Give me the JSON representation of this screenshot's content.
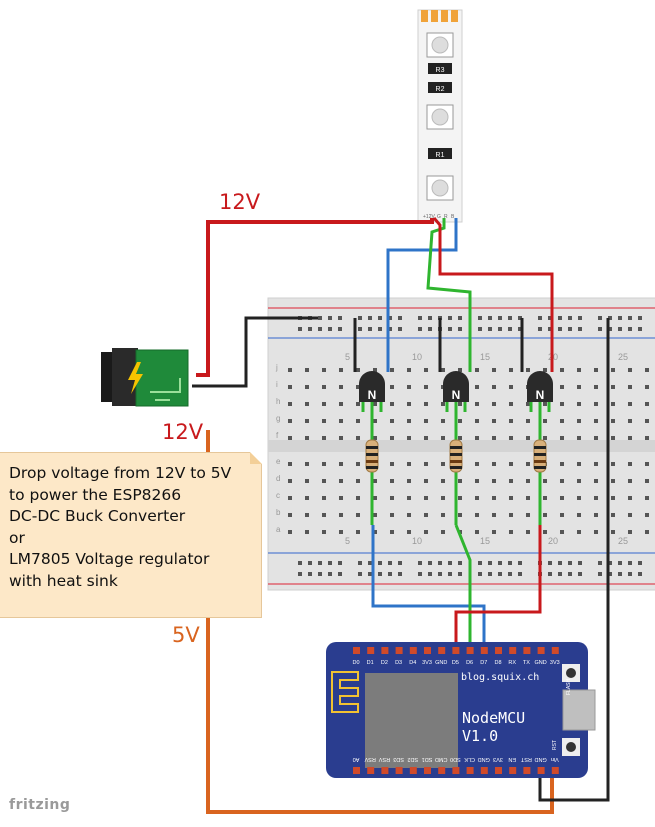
{
  "labels": {
    "v12_top": "12V",
    "v12_side": "12V",
    "v5": "5V"
  },
  "note": {
    "lines": [
      "Drop voltage from 12V to 5V",
      "to power the ESP8266",
      "DC-DC Buck Converter",
      "or",
      "LM7805 Voltage regulator",
      "with heat sink"
    ]
  },
  "board": {
    "site": "blog.squix.ch",
    "name": "NodeMCU",
    "version": "V1.0",
    "flash": "FLASH",
    "rst": "RST",
    "top_pins": [
      "D0",
      "D1",
      "D2",
      "D3",
      "D4",
      "3V3",
      "GND",
      "D5",
      "D6",
      "D7",
      "D8",
      "RX",
      "TX",
      "GND",
      "3V3"
    ],
    "bottom_pins": [
      "A0",
      "RSV",
      "RSV",
      "SD3",
      "SD2",
      "SD1",
      "CMD",
      "SD0",
      "CLK",
      "GND",
      "3V3",
      "EN",
      "RST",
      "GND",
      "Vin"
    ]
  },
  "breadboard": {
    "column_numbers": [
      "5",
      "10",
      "15",
      "20",
      "25"
    ],
    "row_letters_top": [
      "j",
      "i",
      "h",
      "g",
      "f"
    ],
    "row_letters_bottom": [
      "e",
      "d",
      "c",
      "b",
      "a"
    ]
  },
  "transistor_label": "N",
  "strip_resistor_labels": [
    "R3",
    "R2",
    "R1"
  ],
  "strip_pads": [
    "+12V",
    "G",
    "R",
    "B"
  ],
  "footer": {
    "brand": "fritzing"
  },
  "colors": {
    "wire_red": "#c8191c",
    "wire_green": "#2fb52f",
    "wire_blue": "#2f74c8",
    "wire_black": "#222222",
    "wire_orange": "#d9641f",
    "board_blue": "#2a3d8f",
    "note_bg": "#fde8c8"
  }
}
